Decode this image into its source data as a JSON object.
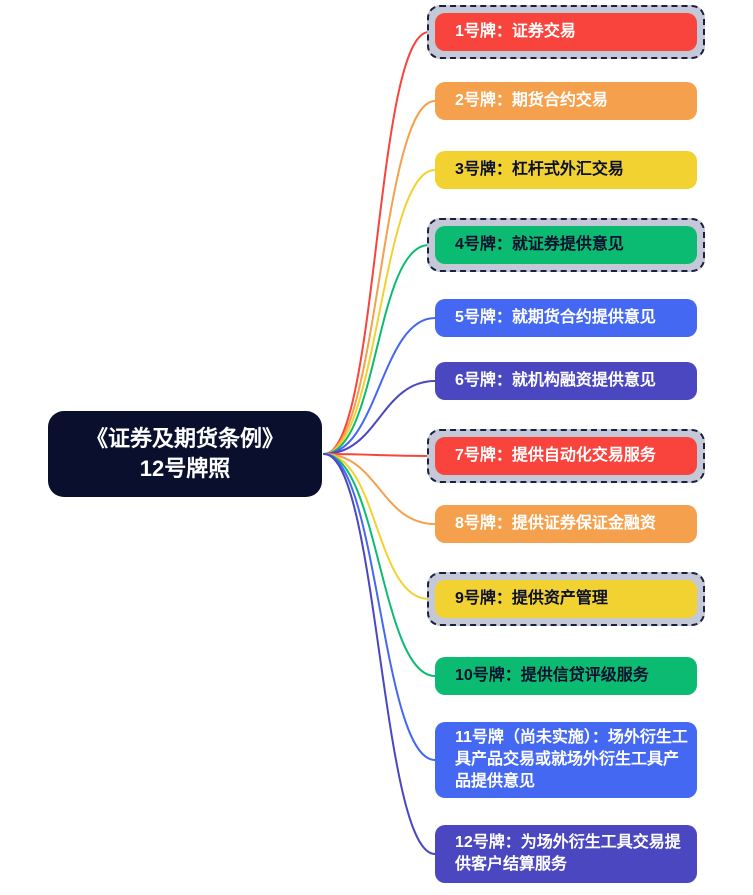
{
  "canvas": {
    "background": "#ffffff"
  },
  "root": {
    "label": "《证券及期货条例》12号牌照",
    "fill": "#0b0f2e",
    "text_color": "#ffffff"
  },
  "selection_style": {
    "fill": "#c5c8d7",
    "border_color": "#1b2040"
  },
  "branches": [
    {
      "id": 1,
      "label": "1号牌：证券交易",
      "fill": "#f8443c",
      "text_color": "#ffffff",
      "selected": true
    },
    {
      "id": 2,
      "label": "2号牌：期货合约交易",
      "fill": "#f5a04c",
      "text_color": "#ffffff",
      "selected": false
    },
    {
      "id": 3,
      "label": "3号牌：杠杆式外汇交易",
      "fill": "#f2d231",
      "text_color": "#0b0f2e",
      "selected": false
    },
    {
      "id": 4,
      "label": "4号牌：就证券提供意见",
      "fill": "#0cbb72",
      "text_color": "#0b0f2e",
      "selected": true
    },
    {
      "id": 5,
      "label": "5号牌：就期货合约提供意见",
      "fill": "#4468f2",
      "text_color": "#ffffff",
      "selected": false
    },
    {
      "id": 6,
      "label": "6号牌：就机构融资提供意见",
      "fill": "#4b47c0",
      "text_color": "#ffffff",
      "selected": false
    },
    {
      "id": 7,
      "label": "7号牌：提供自动化交易服务",
      "fill": "#f8443c",
      "text_color": "#ffffff",
      "selected": true
    },
    {
      "id": 8,
      "label": "8号牌：提供证券保证金融资",
      "fill": "#f5a04c",
      "text_color": "#ffffff",
      "selected": false
    },
    {
      "id": 9,
      "label": "9号牌：提供资产管理",
      "fill": "#f2d231",
      "text_color": "#0b0f2e",
      "selected": true
    },
    {
      "id": 10,
      "label": "10号牌：提供信贷评级服务",
      "fill": "#0cbb72",
      "text_color": "#0b0f2e",
      "selected": false
    },
    {
      "id": 11,
      "label": "11号牌（尚未实施）：场外衍生工具产品交易或就场外衍生工具产品提供意见",
      "fill": "#4468f2",
      "text_color": "#ffffff",
      "selected": false
    },
    {
      "id": 12,
      "label": "12号牌：为场外衍生工具交易提供客户结算服务",
      "fill": "#4b47c0",
      "text_color": "#ffffff",
      "selected": false
    }
  ]
}
